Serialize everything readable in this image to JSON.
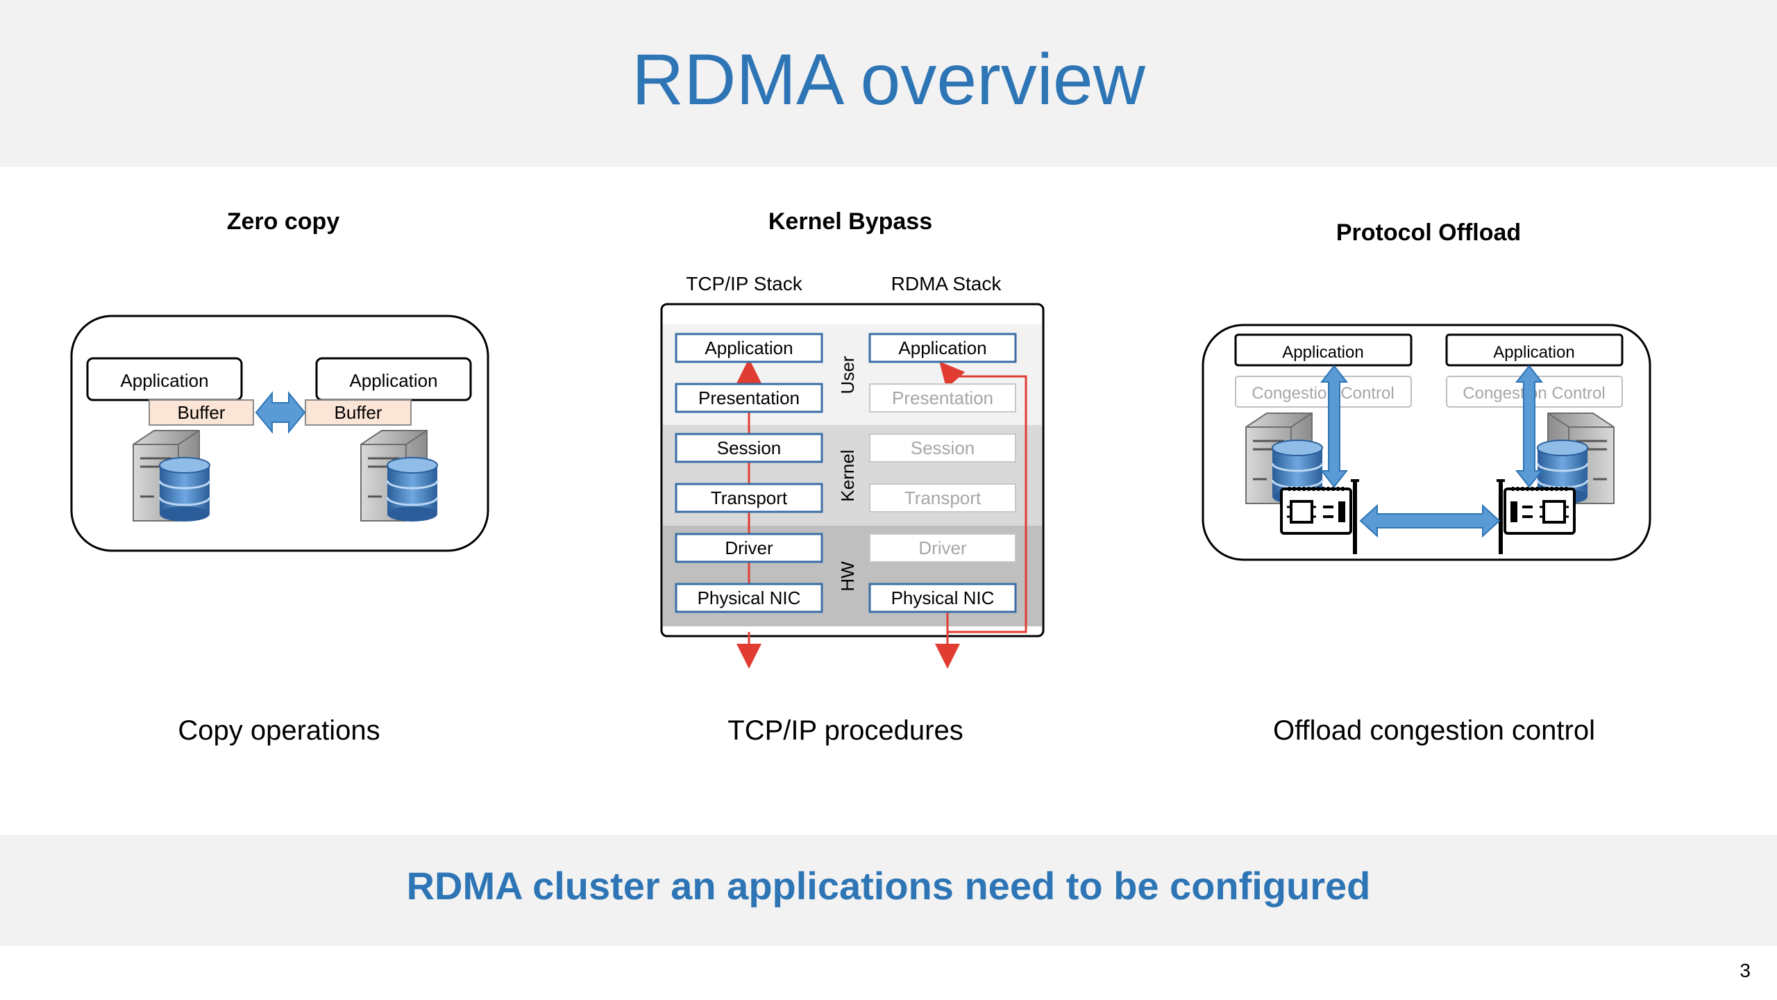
{
  "slide": {
    "title": "RDMA overview",
    "footer": "RDMA cluster an applications need to be configured",
    "page_number": "3"
  },
  "zero_copy": {
    "heading": "Zero copy",
    "left_app": "Application",
    "left_buffer": "Buffer",
    "right_app": "Application",
    "right_buffer": "Buffer",
    "caption": "Copy operations"
  },
  "kernel_bypass": {
    "heading": "Kernel Bypass",
    "tcp_stack_label": "TCP/IP Stack",
    "rdma_stack_label": "RDMA Stack",
    "tcp_layers": [
      "Application",
      "Presentation",
      "Session",
      "Transport",
      "Driver",
      "Physical NIC"
    ],
    "rdma_layers": [
      "Application",
      "Presentation",
      "Session",
      "Transport",
      "Driver",
      "Physical NIC"
    ],
    "zones": [
      "User",
      "Kernel",
      "HW"
    ],
    "caption": "TCP/IP procedures"
  },
  "protocol_offload": {
    "heading": "Protocol Offload",
    "left_app": "Application",
    "left_cc": "Congestion Control",
    "right_app": "Application",
    "right_cc": "Congestion Control",
    "caption": "Offload congestion control"
  },
  "colors": {
    "accent_blue": "#2e75b6",
    "arrow_blue": "#5b9bd5",
    "red_path": "#e03c31",
    "buffer_fill": "#fbe5d6"
  }
}
